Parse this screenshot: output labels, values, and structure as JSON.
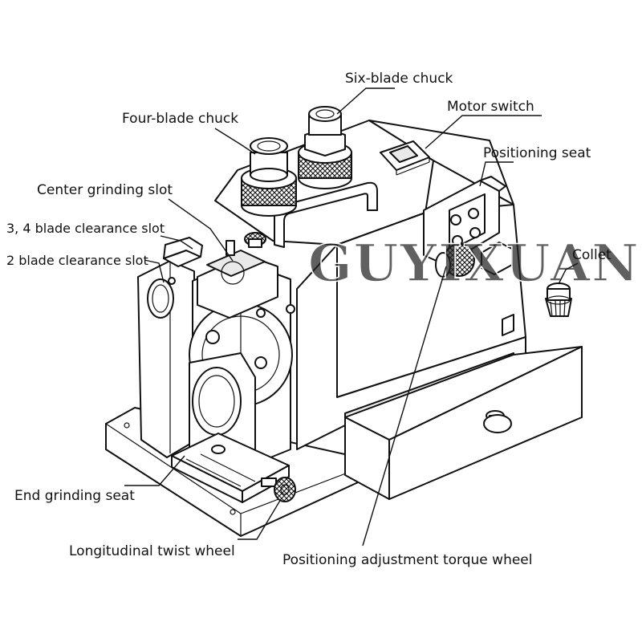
{
  "labels": {
    "six_blade_chuck": "Six-blade chuck",
    "four_blade_chuck": "Four-blade chuck",
    "motor_switch": "Motor switch",
    "positioning_seat": "Positioning seat",
    "center_grinding_slot": "Center grinding slot",
    "clearance_slot_34": "3, 4 blade clearance slot",
    "clearance_slot_2": "2 blade clearance slot",
    "collet": "Collet",
    "end_grinding_seat": "End grinding seat",
    "longitudinal_twist_wheel": "Longitudinal twist wheel",
    "positioning_adjustment_torque_wheel": "Positioning adjustment torque wheel"
  },
  "watermark": "GUYIXUAN"
}
